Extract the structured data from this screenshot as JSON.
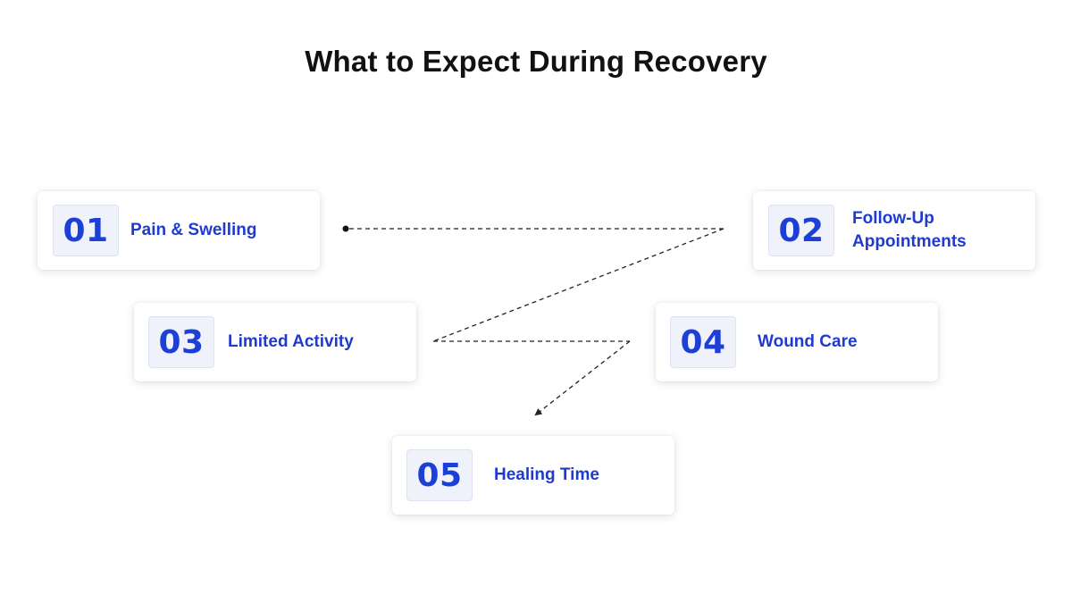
{
  "title": "What to Expect During Recovery",
  "steps": [
    {
      "number": "01",
      "label": "Pain & Swelling"
    },
    {
      "number": "02",
      "label": "Follow-Up Appointments"
    },
    {
      "number": "03",
      "label": "Limited Activity"
    },
    {
      "number": "04",
      "label": "Wound Care"
    },
    {
      "number": "05",
      "label": "Healing Time"
    }
  ],
  "colors": {
    "accent": "#1f3bcf",
    "number_bg": "#eff2fb",
    "title": "#111111",
    "connector": "#222222"
  }
}
